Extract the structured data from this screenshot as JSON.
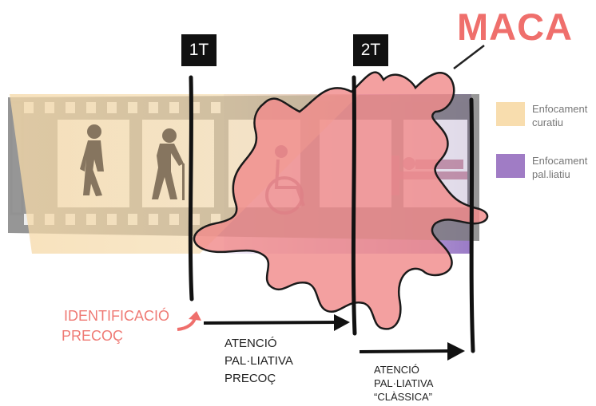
{
  "title": "MACA",
  "phases": {
    "first": "1T",
    "second": "2T"
  },
  "legend": {
    "curative": {
      "line1": "Enfocament",
      "line2": "curatiu",
      "color": "#f8ddae"
    },
    "palliative": {
      "line1": "Enfocament",
      "line2": "pal.liatiu",
      "color": "#a07cc5"
    }
  },
  "identification": {
    "line1": "IDENTIFICACIÓ",
    "line2": "PRECOÇ"
  },
  "early_care": {
    "line1": "ATENCIÓ",
    "line2": "PAL·LIATIVA",
    "line3": "PRECOÇ"
  },
  "classic_care": {
    "line1": "ATENCIÓ",
    "line2": "PAL·LIATIVA",
    "line3": "“CLÀSSICA”"
  },
  "colors": {
    "accent": "#ef6f6c",
    "blob": "#f08b8b",
    "ink": "#111111"
  }
}
